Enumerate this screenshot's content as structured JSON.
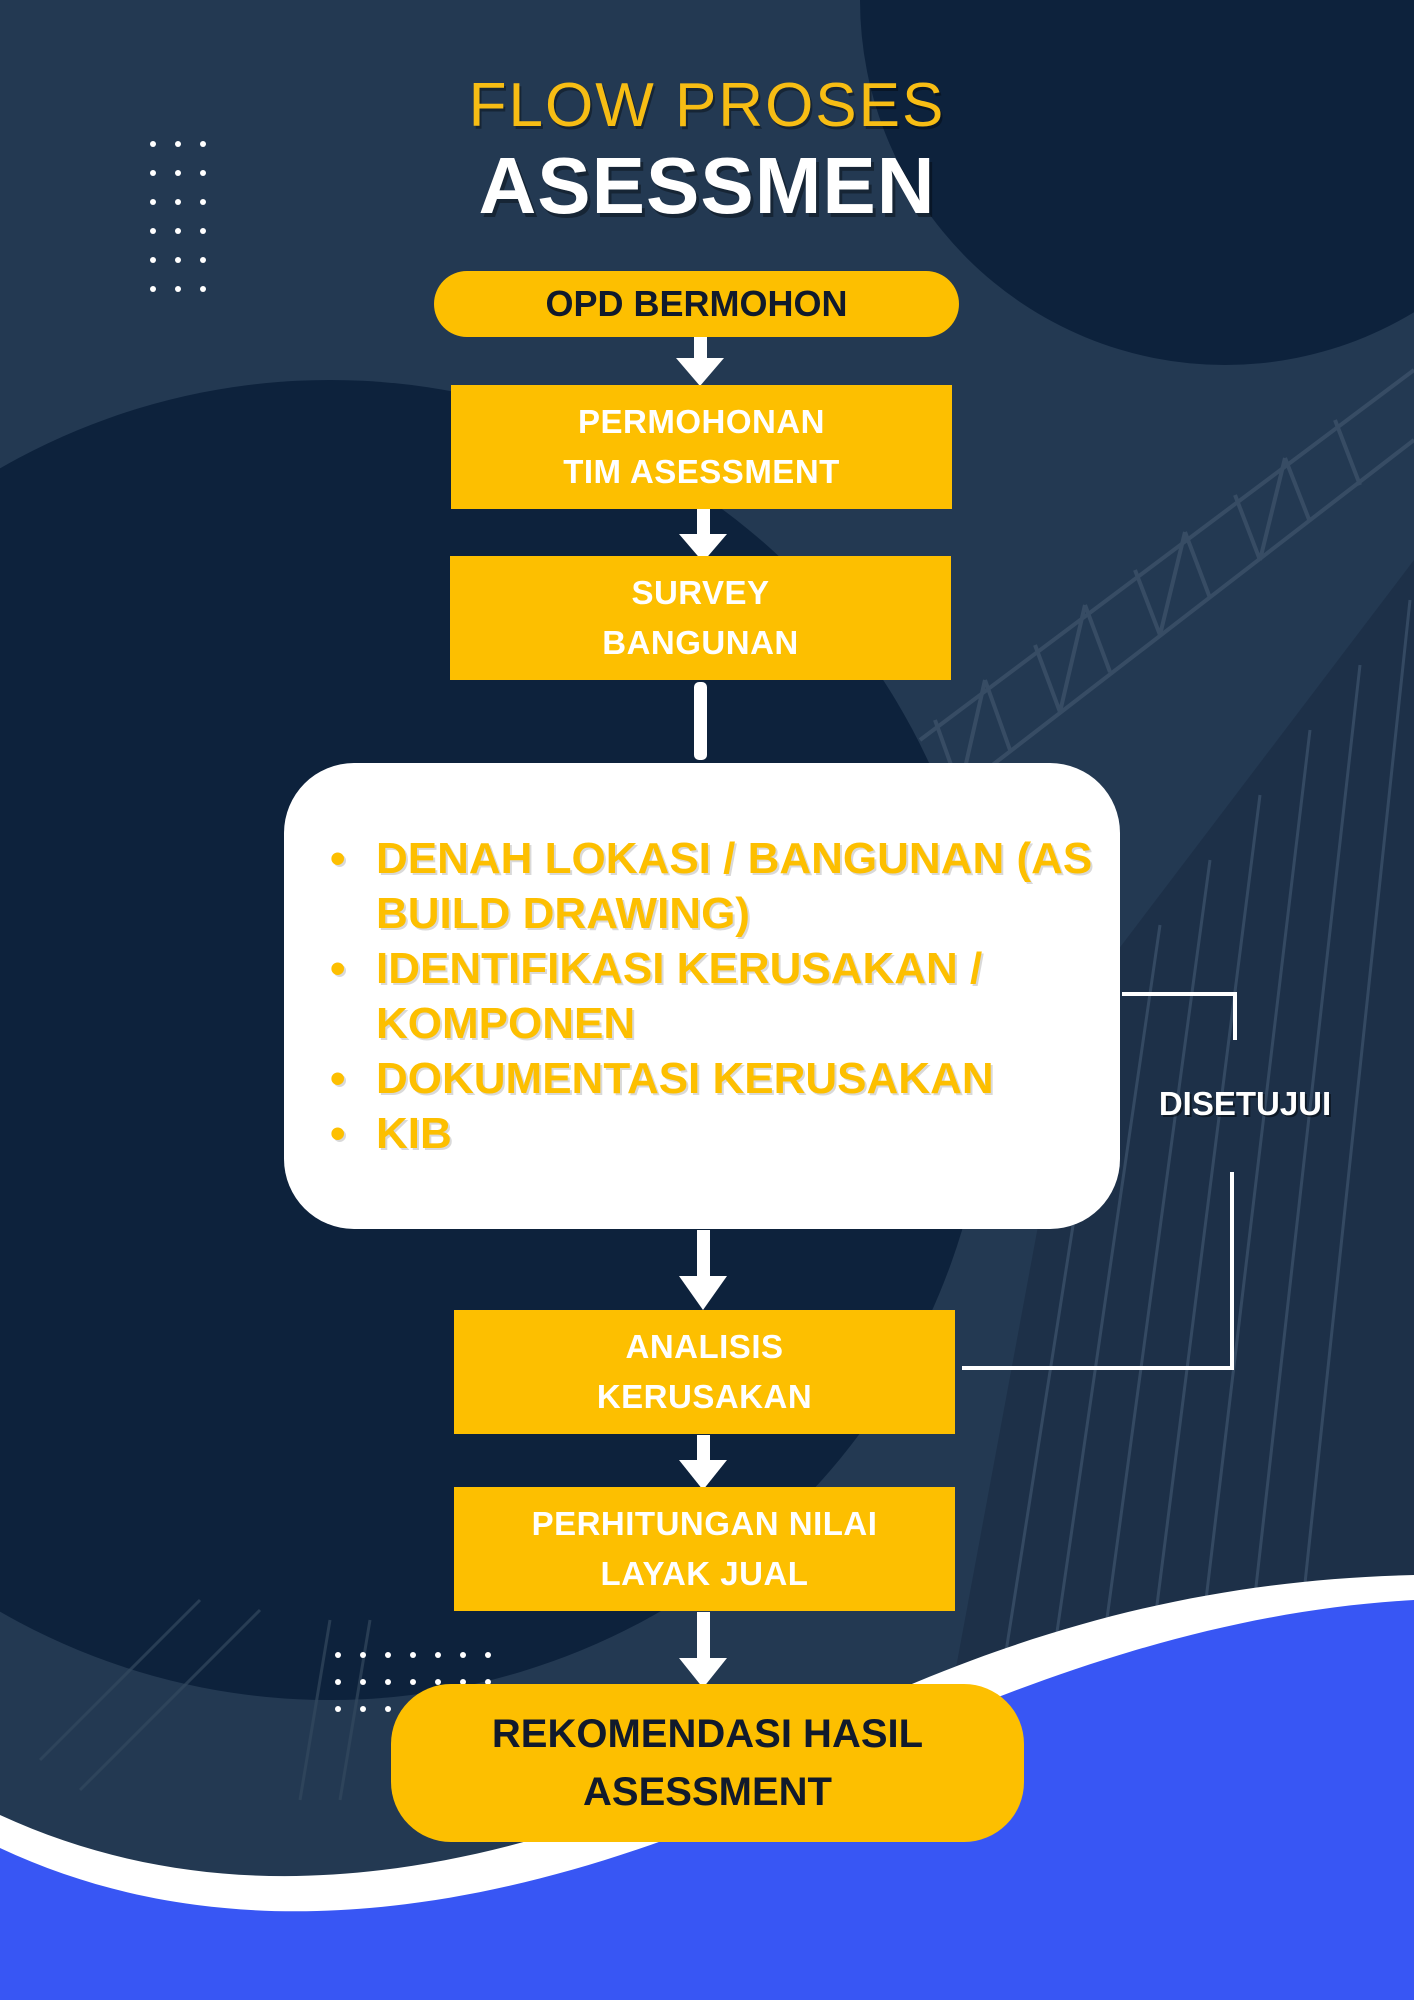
{
  "title": {
    "line1": "FLOW PROSES",
    "line2": "ASESSMEN"
  },
  "steps": {
    "start": "OPD BERMOHON",
    "permohonan": [
      "PERMOHONAN",
      "TIM ASESSMENT"
    ],
    "survey": [
      "SURVEY",
      "BANGUNAN"
    ],
    "details": [
      "DENAH LOKASI / BANGUNAN (AS BUILD DRAWING)",
      "IDENTIFIKASI KERUSAKAN / KOMPONEN",
      "DOKUMENTASI KERUSAKAN",
      "KIB"
    ],
    "approval_label": "DISETUJUI",
    "analisis": [
      "ANALISIS",
      "KERUSAKAN"
    ],
    "perhitungan": [
      "PERHITUNGAN NILAI",
      "LAYAK JUAL"
    ],
    "end": [
      "REKOMENDASI HASIL",
      "ASESSMENT"
    ]
  },
  "colors": {
    "navy_dark": "#0d223c",
    "navy_mid": "#233952",
    "accent_yellow": "#fdbf00",
    "title_yellow": "#f7bd14",
    "wave_blue": "#3856f4",
    "white": "#ffffff"
  },
  "icons": {
    "bullet": "•"
  }
}
